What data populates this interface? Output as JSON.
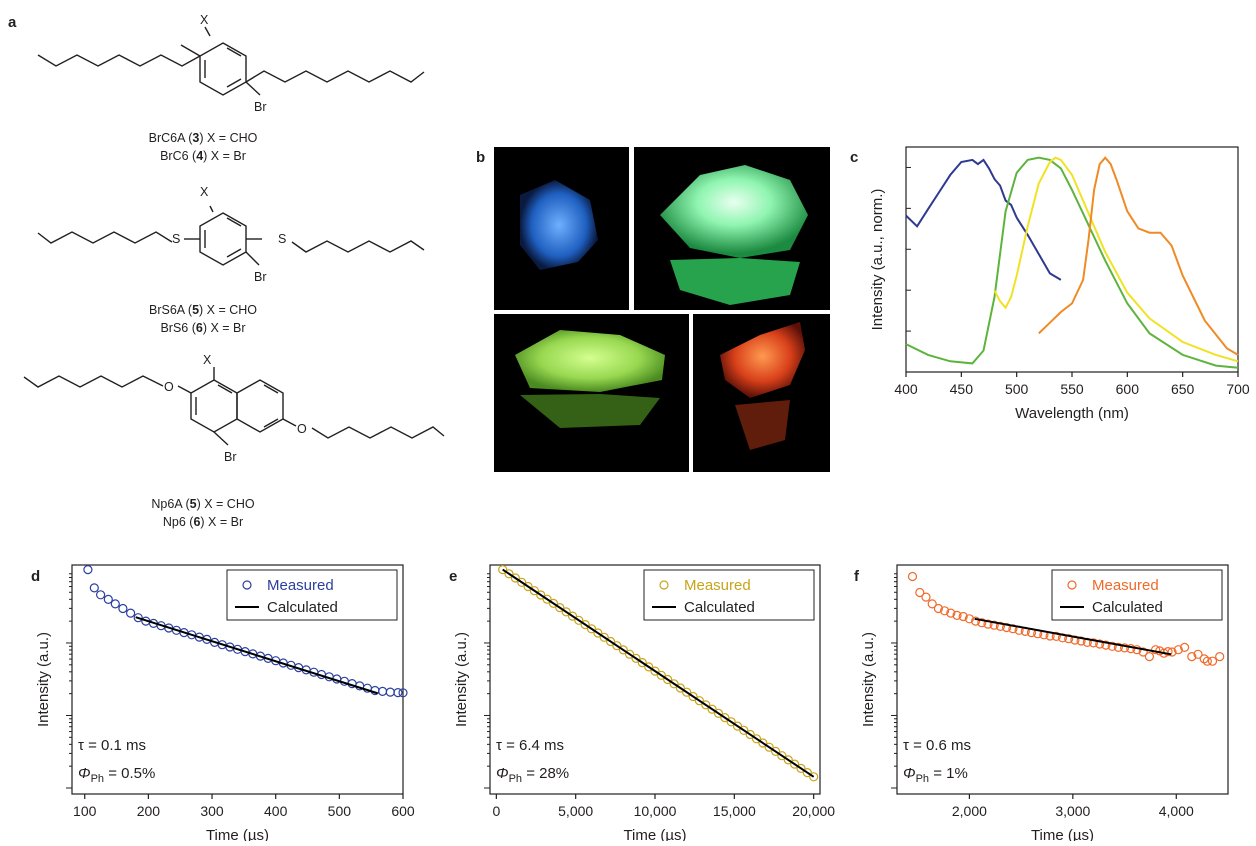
{
  "figure": {
    "panel_labels": [
      "a",
      "b",
      "c",
      "d",
      "e",
      "f"
    ],
    "molecules": [
      {
        "caption_line1": {
          "name": "BrC6A (",
          "num": "3",
          "rest": ") X = CHO"
        },
        "caption_line2": {
          "name": "BrC6 (",
          "num": "4",
          "rest": ") X = Br"
        },
        "atoms": {
          "x": "X",
          "br": "Br"
        }
      },
      {
        "caption_line1": {
          "name": "BrS6A (",
          "num": "5",
          "rest": ") X = CHO"
        },
        "caption_line2": {
          "name": "BrS6 (",
          "num": "6",
          "rest": ") X = Br"
        },
        "atoms": {
          "x": "X",
          "br": "Br",
          "s": "S"
        }
      },
      {
        "caption_line1": {
          "name": "Np6A (",
          "num": "5",
          "rest": ") X = CHO"
        },
        "caption_line2": {
          "name": "Np6 (",
          "num": "6",
          "rest": ") X = Br"
        },
        "atoms": {
          "x": "X",
          "br": "Br",
          "o": "O"
        }
      }
    ],
    "photos": [
      {
        "glow": "blue",
        "color": "#2f6fd0"
      },
      {
        "glow": "green",
        "color": "#7ef0a0"
      },
      {
        "glow": "yellow-green",
        "color": "#a8e060"
      },
      {
        "glow": "orange",
        "color": "#e05020"
      }
    ]
  },
  "chart_data": [
    {
      "panel": "c",
      "type": "line",
      "xlabel": "Wavelength (nm)",
      "ylabel": "Intensity (a.u., norm.)",
      "xlim": [
        400,
        700
      ],
      "ylim": [
        0,
        1.05
      ],
      "xticks": [
        "400",
        "450",
        "500",
        "550",
        "600",
        "650",
        "700"
      ],
      "series": [
        {
          "color": "#2e3a8f",
          "x": [
            400,
            410,
            420,
            430,
            440,
            450,
            460,
            465,
            470,
            475,
            480,
            485,
            490,
            495,
            500,
            510,
            520,
            530,
            540
          ],
          "y": [
            0.73,
            0.68,
            0.76,
            0.84,
            0.92,
            0.98,
            0.99,
            0.97,
            0.99,
            0.95,
            0.9,
            0.87,
            0.8,
            0.78,
            0.72,
            0.64,
            0.55,
            0.46,
            0.43
          ]
        },
        {
          "color": "#5db43b",
          "x": [
            400,
            420,
            440,
            460,
            470,
            480,
            490,
            500,
            510,
            520,
            530,
            540,
            550,
            560,
            570,
            580,
            600,
            620,
            650,
            680,
            700
          ],
          "y": [
            0.13,
            0.08,
            0.05,
            0.04,
            0.1,
            0.35,
            0.75,
            0.93,
            0.99,
            1.0,
            0.99,
            0.95,
            0.85,
            0.74,
            0.63,
            0.52,
            0.32,
            0.18,
            0.08,
            0.03,
            0.02
          ]
        },
        {
          "color": "#f0e224",
          "x": [
            480,
            485,
            490,
            495,
            500,
            510,
            520,
            530,
            535,
            540,
            550,
            560,
            570,
            580,
            600,
            620,
            650,
            680,
            700
          ],
          "y": [
            0.38,
            0.33,
            0.3,
            0.35,
            0.45,
            0.68,
            0.88,
            0.98,
            1.0,
            0.99,
            0.92,
            0.8,
            0.68,
            0.56,
            0.37,
            0.25,
            0.14,
            0.08,
            0.05
          ]
        },
        {
          "color": "#f08a24",
          "x": [
            520,
            530,
            540,
            550,
            560,
            565,
            570,
            575,
            580,
            585,
            590,
            600,
            610,
            620,
            630,
            640,
            650,
            670,
            690,
            700
          ],
          "y": [
            0.18,
            0.23,
            0.28,
            0.32,
            0.43,
            0.62,
            0.85,
            0.97,
            1.0,
            0.97,
            0.9,
            0.75,
            0.67,
            0.65,
            0.65,
            0.59,
            0.45,
            0.24,
            0.11,
            0.08
          ]
        }
      ]
    },
    {
      "panel": "d",
      "type": "scatter",
      "xlabel": "Time (µs)",
      "ylabel": "Intensity (a.u.)",
      "xlim": [
        80,
        600
      ],
      "log_y": true,
      "xticks": [
        "100",
        "200",
        "300",
        "400",
        "500",
        "600"
      ],
      "legend": {
        "measured": "Measured",
        "calculated": "Calculated",
        "position": "top-right"
      },
      "annotation": {
        "tau": "τ = 0.1 ms",
        "phi_sym": "Φ",
        "phi_sub": "Ph",
        "phi_val": " = 0.5%"
      },
      "color": "#2a3fa0",
      "measured_x": [
        105,
        115,
        125,
        137,
        148,
        160,
        172,
        184,
        196,
        208,
        220,
        232,
        244,
        256,
        268,
        280,
        292,
        304,
        316,
        328,
        340,
        352,
        364,
        376,
        388,
        400,
        412,
        424,
        436,
        448,
        460,
        472,
        484,
        496,
        508,
        520,
        532,
        544,
        556,
        568,
        580,
        592,
        600
      ],
      "measured_y": [
        0.98,
        0.9,
        0.87,
        0.85,
        0.83,
        0.81,
        0.79,
        0.77,
        0.755,
        0.745,
        0.735,
        0.725,
        0.715,
        0.705,
        0.695,
        0.685,
        0.675,
        0.662,
        0.652,
        0.642,
        0.632,
        0.622,
        0.612,
        0.602,
        0.592,
        0.582,
        0.572,
        0.562,
        0.552,
        0.542,
        0.532,
        0.522,
        0.512,
        0.502,
        0.492,
        0.482,
        0.472,
        0.462,
        0.452,
        0.448,
        0.445,
        0.443,
        0.442
      ],
      "fit_x": [
        180,
        560
      ],
      "fit_y": [
        0.772,
        0.44
      ]
    },
    {
      "panel": "e",
      "type": "scatter",
      "xlabel": "Time (µs)",
      "ylabel": "Intensity (a.u.)",
      "xlim": [
        -400,
        20400
      ],
      "log_y": true,
      "xticks": [
        "0",
        "5,000",
        "10,000",
        "15,000",
        "20,000"
      ],
      "legend": {
        "measured": "Measured",
        "calculated": "Calculated",
        "position": "top-right"
      },
      "annotation": {
        "tau": "τ = 6.4 ms",
        "phi_sym": "Φ",
        "phi_sub": "Ph",
        "phi_val": " = 28%"
      },
      "color": "#c8a418",
      "measured_x": [
        400,
        800,
        1200,
        1600,
        2000,
        2400,
        2800,
        3200,
        3600,
        4000,
        4400,
        4800,
        5200,
        5600,
        6000,
        6400,
        6800,
        7200,
        7600,
        8000,
        8400,
        8800,
        9200,
        9600,
        10000,
        10400,
        10800,
        11200,
        11600,
        12000,
        12400,
        12800,
        13200,
        13600,
        14000,
        14400,
        14800,
        15200,
        15600,
        16000,
        16400,
        16800,
        17200,
        17600,
        18000,
        18400,
        18800,
        19200,
        19600,
        20000
      ],
      "fit_x": [
        400,
        20000
      ],
      "fit_y": [
        0.98,
        0.075
      ]
    },
    {
      "panel": "f",
      "type": "scatter",
      "xlabel": "Time (µs)",
      "ylabel": "Intensity (a.u.)",
      "xlim": [
        1300,
        4500
      ],
      "log_y": true,
      "xticks": [
        "2,000",
        "3,000",
        "4,000"
      ],
      "legend": {
        "measured": "Measured",
        "calculated": "Calculated",
        "position": "top-right"
      },
      "annotation": {
        "tau": "τ = 0.6 ms",
        "phi_sym": "Φ",
        "phi_sub": "Ph",
        "phi_val": " = 1%"
      },
      "color": "#f06a2a",
      "measured_x": [
        1450,
        1520,
        1580,
        1640,
        1700,
        1760,
        1820,
        1880,
        1940,
        2000,
        2060,
        2120,
        2180,
        2240,
        2300,
        2360,
        2420,
        2480,
        2540,
        2600,
        2660,
        2720,
        2780,
        2840,
        2900,
        2960,
        3020,
        3080,
        3140,
        3200,
        3260,
        3320,
        3380,
        3440,
        3500,
        3560,
        3620,
        3680,
        3740,
        3800,
        3840,
        3880,
        3920,
        3960,
        4020,
        4080,
        4150,
        4210,
        4270,
        4300,
        4350,
        4420
      ],
      "measured_y": [
        0.95,
        0.88,
        0.86,
        0.83,
        0.81,
        0.8,
        0.79,
        0.78,
        0.775,
        0.765,
        0.755,
        0.748,
        0.742,
        0.737,
        0.732,
        0.727,
        0.722,
        0.715,
        0.71,
        0.705,
        0.7,
        0.695,
        0.69,
        0.688,
        0.682,
        0.678,
        0.672,
        0.668,
        0.662,
        0.66,
        0.655,
        0.65,
        0.645,
        0.64,
        0.638,
        0.635,
        0.63,
        0.62,
        0.6,
        0.63,
        0.625,
        0.615,
        0.622,
        0.62,
        0.63,
        0.64,
        0.6,
        0.61,
        0.59,
        0.58,
        0.58,
        0.6
      ],
      "fit_x": [
        2050,
        3950
      ],
      "fit_y": [
        0.765,
        0.61
      ]
    }
  ]
}
